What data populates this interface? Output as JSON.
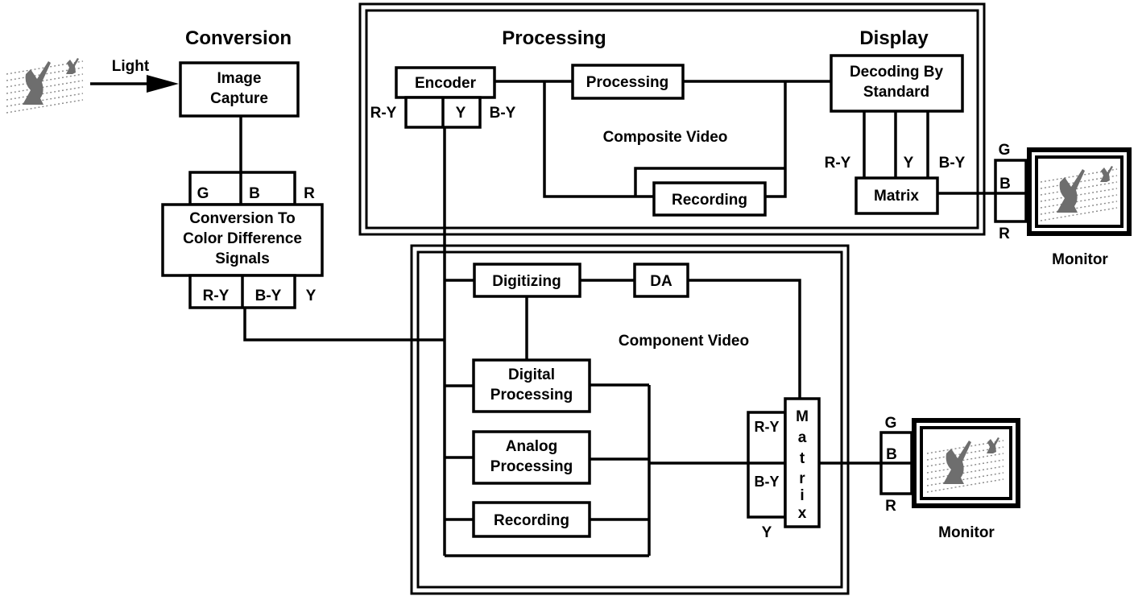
{
  "headings": {
    "conversion": "Conversion",
    "processing": "Processing",
    "display": "Display"
  },
  "input": {
    "light": "Light"
  },
  "conversion": {
    "image_capture": [
      "Image",
      "Capture"
    ],
    "top_ports": [
      "G",
      "B",
      "R"
    ],
    "conv_box": [
      "Conversion To",
      "Color Difference",
      "Signals"
    ],
    "bottom_ports": [
      "R-Y",
      "B-Y",
      "Y"
    ]
  },
  "composite": {
    "encoder": "Encoder",
    "encoder_ports": [
      "R-Y",
      "Y",
      "B-Y"
    ],
    "processing": "Processing",
    "label": "Composite Video",
    "recording": "Recording",
    "decoding": [
      "Decoding By",
      "Standard"
    ],
    "decoder_ports": [
      "R-Y",
      "Y",
      "B-Y"
    ],
    "matrix": "Matrix"
  },
  "component": {
    "digitizing": "Digitizing",
    "da": "DA",
    "label": "Component Video",
    "digital_processing": [
      "Digital",
      "Processing"
    ],
    "analog_processing": [
      "Analog",
      "Processing"
    ],
    "recording": "Recording",
    "matrix_ports": [
      "R-Y",
      "B-Y",
      "Y"
    ],
    "matrix_letters": [
      "M",
      "a",
      "t",
      "r",
      "i",
      "x"
    ]
  },
  "monitors": {
    "top": {
      "ports": [
        "G",
        "B",
        "R"
      ],
      "label": "Monitor"
    },
    "bottom": {
      "ports": [
        "G",
        "B",
        "R"
      ],
      "label": "Monitor"
    }
  }
}
